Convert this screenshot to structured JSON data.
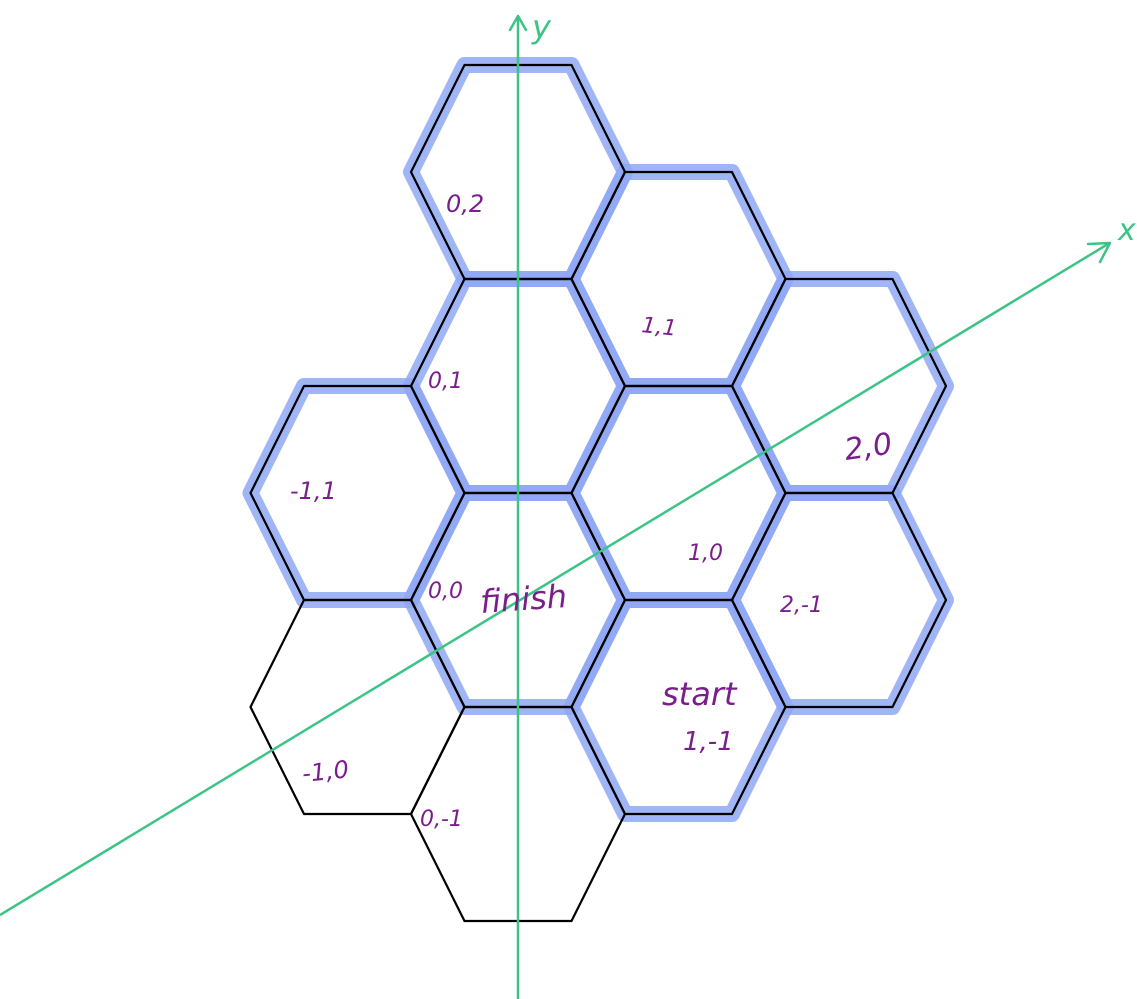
{
  "colors": {
    "background": "#ffffff",
    "hex_outline": "#000000",
    "path_highlight": "#8fa8f4",
    "axis": "#3cc487",
    "label": "#7a1e8c"
  },
  "axes": {
    "x_label": "x",
    "y_label": "y"
  },
  "hexes": [
    {
      "q": 0,
      "r": 2,
      "label": "0,2",
      "highlighted": true
    },
    {
      "q": 0,
      "r": 1,
      "label": "0,1",
      "highlighted": true
    },
    {
      "q": 1,
      "r": 1,
      "label": "1,1",
      "highlighted": true
    },
    {
      "q": 2,
      "r": 0,
      "label": "2,0",
      "highlighted": true
    },
    {
      "q": -1,
      "r": 1,
      "label": "-1,1",
      "highlighted": true
    },
    {
      "q": 0,
      "r": 0,
      "label": "0,0",
      "highlighted": true
    },
    {
      "q": 1,
      "r": 0,
      "label": "1,0",
      "highlighted": true
    },
    {
      "q": 2,
      "r": -1,
      "label": "2,-1",
      "highlighted": true
    },
    {
      "q": 1,
      "r": -1,
      "label": "1,-1",
      "highlighted": true
    },
    {
      "q": -1,
      "r": 0,
      "label": "-1,0",
      "highlighted": false
    },
    {
      "q": 0,
      "r": -1,
      "label": "0,-1",
      "highlighted": false
    }
  ],
  "annotations": {
    "start": "start",
    "finish": "finish"
  }
}
